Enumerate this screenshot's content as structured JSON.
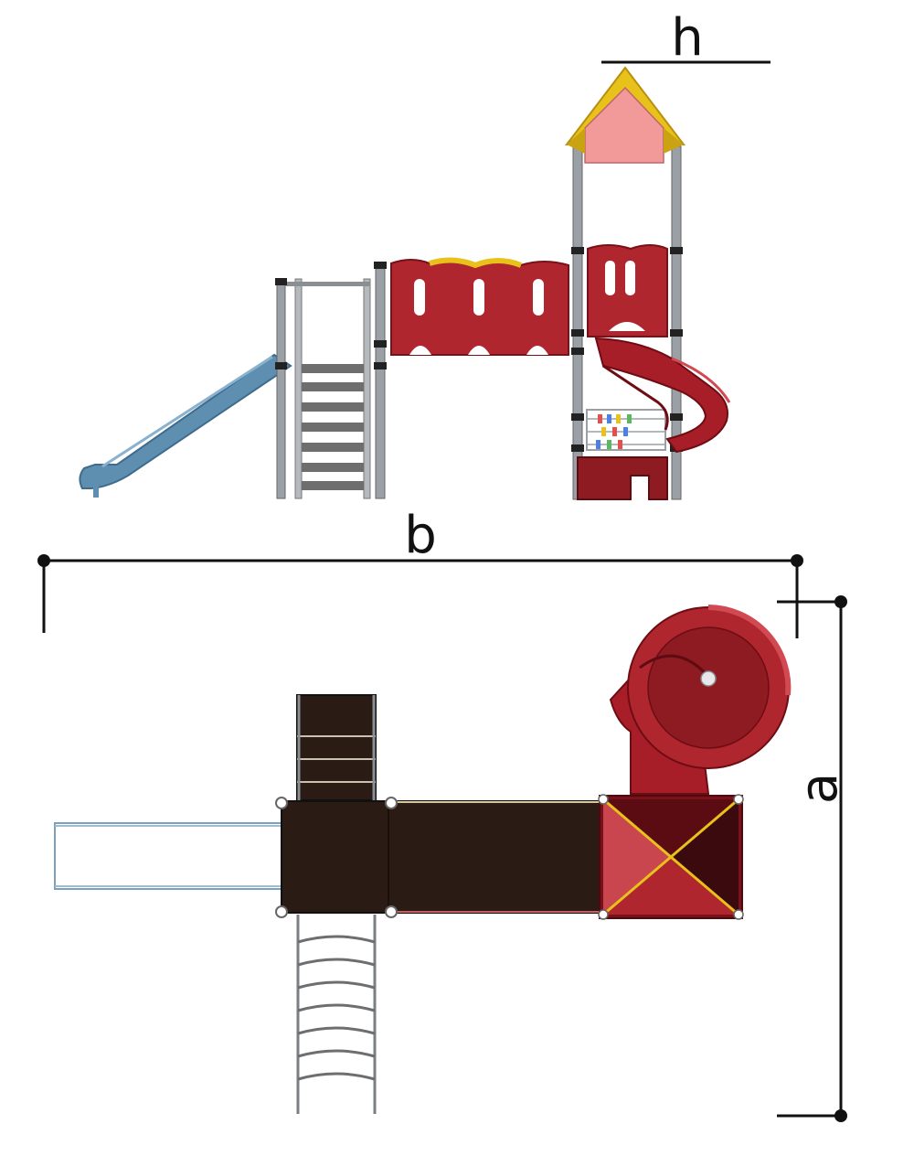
{
  "dimensions": {
    "height_label": "h",
    "length_label": "b",
    "width_label": "a"
  },
  "colors": {
    "roof_yellow": "#e8c21a",
    "roof_pink": "#f29a9a",
    "panel_red": "#b0262e",
    "panel_dark_red": "#7a1018",
    "slide_blue": "#5f8fb0",
    "steel": "#9aa0a6",
    "platform_dark": "#2a1c14",
    "stair_grey": "#6e6e6e",
    "line": "#111111"
  },
  "icons": [
    "measure-dot-icon"
  ]
}
